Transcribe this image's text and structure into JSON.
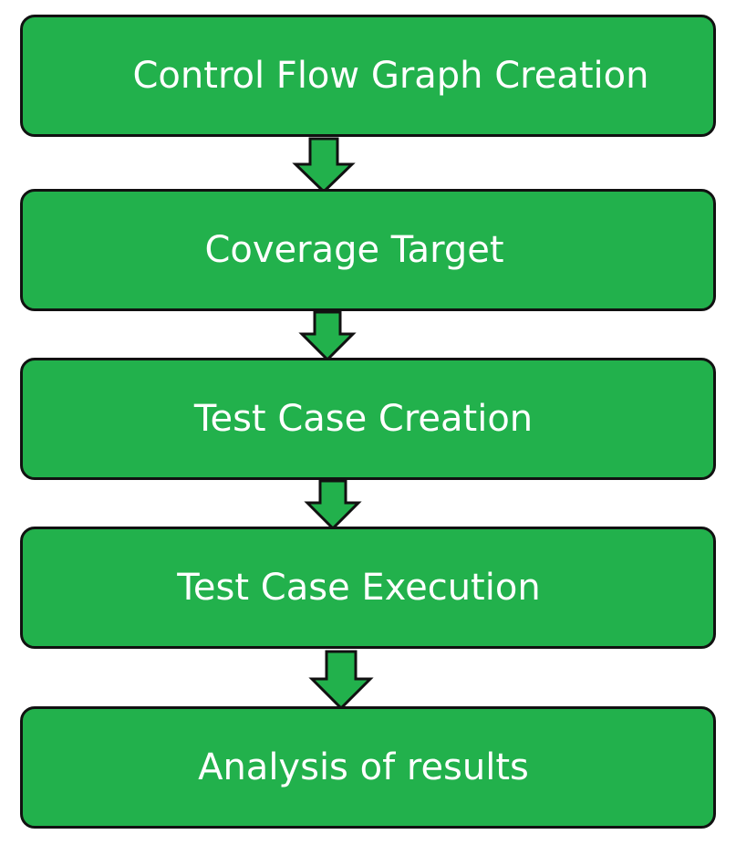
{
  "flowchart": {
    "box_fill": "#22b14c",
    "box_border": "#111111",
    "text_color": "#ffffff",
    "arrow_fill": "#22b14c",
    "steps": [
      {
        "label": "Control Flow Graph Creation"
      },
      {
        "label": "Coverage Target"
      },
      {
        "label": "Test Case Creation"
      },
      {
        "label": "Test Case Execution"
      },
      {
        "label": "Analysis of results"
      }
    ]
  }
}
